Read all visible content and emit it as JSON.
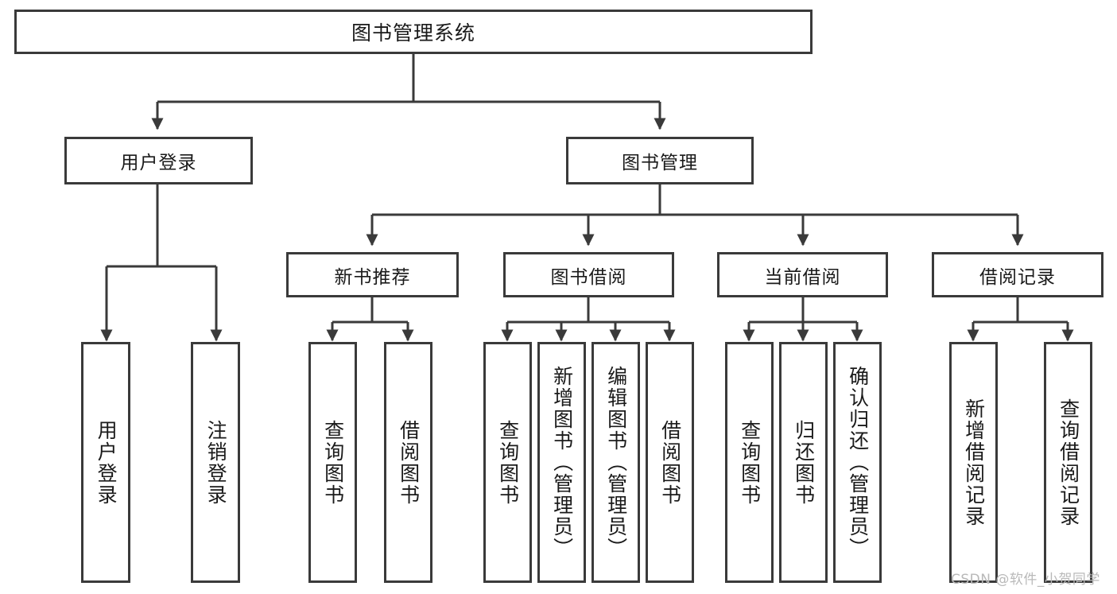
{
  "diagram": {
    "type": "tree-hierarchy",
    "title": "图书管理系统",
    "root": {
      "label": "图书管理系统"
    },
    "level2": [
      {
        "label": "用户登录"
      },
      {
        "label": "图书管理"
      }
    ],
    "level3": [
      {
        "label": "新书推荐",
        "parent": "图书管理"
      },
      {
        "label": "图书借阅",
        "parent": "图书管理"
      },
      {
        "label": "当前借阅",
        "parent": "图书管理"
      },
      {
        "label": "借阅记录",
        "parent": "图书管理"
      }
    ],
    "leaves": {
      "user_login": [
        {
          "label": "用户登录"
        },
        {
          "label": "注销登录"
        }
      ],
      "new_book_recommend": [
        {
          "label": "查询图书"
        },
        {
          "label": "借阅图书"
        }
      ],
      "book_borrow": [
        {
          "label": "查询图书"
        },
        {
          "label": "新增图书（管理员）"
        },
        {
          "label": "编辑图书（管理员）"
        },
        {
          "label": "借阅图书"
        }
      ],
      "current_borrow": [
        {
          "label": "查询图书"
        },
        {
          "label": "归还图书"
        },
        {
          "label": "确认归还（管理员）"
        }
      ],
      "borrow_record": [
        {
          "label": "新增借阅记录"
        },
        {
          "label": "查询借阅记录"
        }
      ]
    }
  },
  "watermark": {
    "text": "CSDN @软件_小贺同学"
  },
  "colors": {
    "stroke": "#3a3a3a",
    "fill": "#ffffff",
    "text": "#1a1a1a",
    "watermark": "#b9b9b9"
  }
}
